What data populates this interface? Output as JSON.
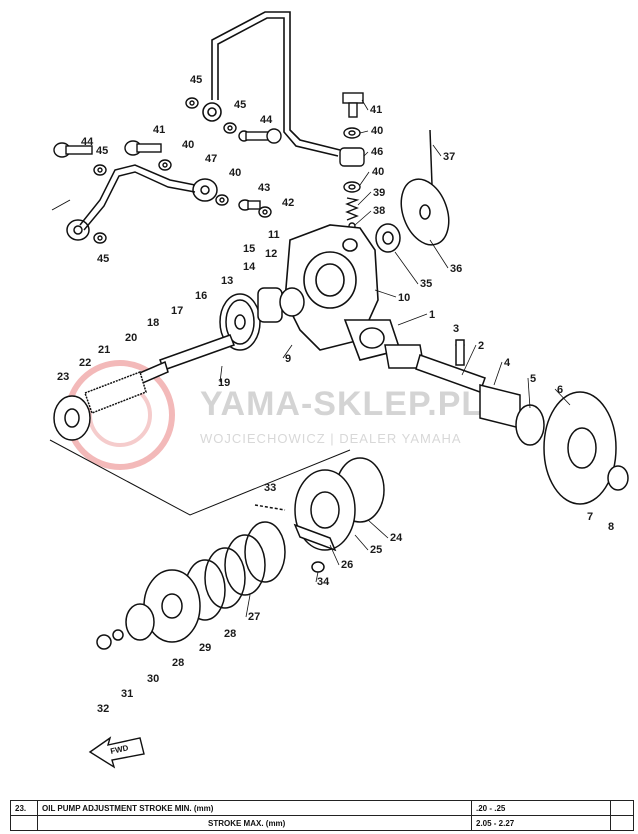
{
  "watermark": {
    "brand": "YAMA-SKLEP.PL",
    "dealer": "WOJCIECHOWICZ | DEALER YAMAHA"
  },
  "fwd_label": "FWD",
  "callouts": [
    "1",
    "2",
    "3",
    "4",
    "5",
    "6",
    "7",
    "8",
    "9",
    "10",
    "11",
    "12",
    "13",
    "14",
    "15",
    "16",
    "17",
    "18",
    "19",
    "20",
    "21",
    "22",
    "23",
    "24",
    "25",
    "26",
    "27",
    "28",
    "29",
    "30",
    "31",
    "32",
    "33",
    "34",
    "35",
    "36",
    "37",
    "38",
    "39",
    "40",
    "41",
    "42",
    "43",
    "44",
    "45",
    "46",
    "47"
  ],
  "spec_table": {
    "rows": [
      {
        "no": "23.",
        "label": "OIL PUMP ADJUSTMENT STROKE MIN. (mm)",
        "value": ".20 - .25"
      },
      {
        "no": "",
        "label": "STROKE MAX. (mm)",
        "value": "2.05 - 2.27"
      }
    ]
  }
}
